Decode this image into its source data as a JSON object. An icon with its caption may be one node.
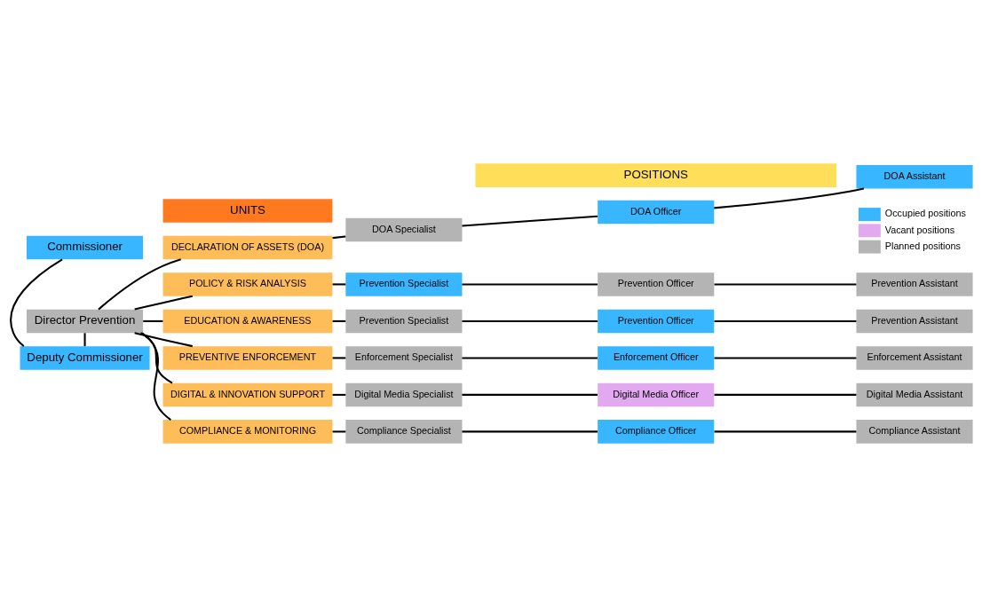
{
  "diagram": {
    "nodes": [
      {
        "text": [
          "Commissioner"
        ]
      },
      {
        "text": [
          "Deputy Commissioner"
        ]
      },
      {
        "text": [
          "Director Prevention"
        ]
      },
      {
        "text": [
          "UNITS"
        ]
      },
      {
        "text": [
          "POSITIONS"
        ]
      },
      {
        "text": [
          "POLICY & RISK ANALYSIS"
        ]
      },
      {
        "text": [
          "Prevention Specialist"
        ]
      },
      {
        "text": [
          "Prevention Officer"
        ]
      },
      {
        "text": [
          "Prevention Assistant"
        ]
      },
      {
        "text": [
          "EDUCATION & AWARENESS"
        ]
      },
      {
        "text": [
          "Prevention Specialist"
        ]
      },
      {
        "text": [
          "Prevention Officer"
        ]
      },
      {
        "text": [
          "Prevention Assistant"
        ]
      },
      {
        "text": [
          "PREVENTIVE ENFORCEMENT"
        ]
      },
      {
        "text": [
          "Enforcement Specialist"
        ]
      },
      {
        "text": [
          "Enforcement Officer"
        ]
      },
      {
        "text": [
          "Enforcement Assistant"
        ]
      },
      {
        "text": [
          "DIGITAL & INNOVATION SUPPORT"
        ]
      },
      {
        "text": [
          "Digital Media Specialist"
        ]
      },
      {
        "text": [
          "Digital Media Officer"
        ]
      },
      {
        "text": [
          "Digital Media Assistant"
        ]
      },
      {
        "text": [
          "COMPLIANCE & MONITORING"
        ]
      },
      {
        "text": [
          "Compliance Specialist"
        ]
      },
      {
        "text": [
          "Compliance Officer"
        ]
      },
      {
        "text": [
          "Compliance Assistant"
        ]
      },
      {
        "text": [
          "DECLARATION OF ASSETS (DOA)"
        ]
      },
      {
        "text": [
          "DOA Specialist"
        ]
      },
      {
        "text": [
          "DOA Officer"
        ]
      },
      {
        "text": [
          "DOA Assistant"
        ]
      }
    ],
    "edges": [
      {
        "from": 0,
        "to": 1,
        "arrow": "none"
      },
      {
        "from": 1,
        "to": 2,
        "arrow": "none"
      },
      {
        "from": 2,
        "to": 5,
        "arrow": "none"
      },
      {
        "from": 2,
        "to": 9,
        "arrow": "none"
      },
      {
        "from": 2,
        "to": 13,
        "arrow": "none"
      },
      {
        "from": 2,
        "to": 17,
        "arrow": "none"
      },
      {
        "from": 2,
        "to": 21,
        "arrow": "none"
      },
      {
        "from": 2,
        "to": 25,
        "arrow": "none"
      },
      {
        "from": 5,
        "to": 6,
        "arrow": "none"
      },
      {
        "from": 6,
        "to": 7,
        "arrow": "none"
      },
      {
        "from": 7,
        "to": 8,
        "arrow": "none"
      },
      {
        "from": 9,
        "to": 10,
        "arrow": "none"
      },
      {
        "from": 10,
        "to": 11,
        "arrow": "none"
      },
      {
        "from": 11,
        "to": 12,
        "arrow": "none"
      },
      {
        "from": 13,
        "to": 14,
        "arrow": "none"
      },
      {
        "from": 14,
        "to": 15,
        "arrow": "none"
      },
      {
        "from": 15,
        "to": 16,
        "arrow": "none"
      },
      {
        "from": 17,
        "to": 18,
        "arrow": "none"
      },
      {
        "from": 18,
        "to": 19,
        "arrow": "none"
      },
      {
        "from": 19,
        "to": 20,
        "arrow": "none"
      },
      {
        "from": 21,
        "to": 22,
        "arrow": "none"
      },
      {
        "from": 22,
        "to": 23,
        "arrow": "none"
      },
      {
        "from": 23,
        "to": 24,
        "arrow": "none"
      },
      {
        "from": 25,
        "to": 26,
        "arrow": "none"
      },
      {
        "from": 26,
        "to": 27,
        "arrow": "none"
      },
      {
        "from": 27,
        "to": 28,
        "arrow": "none"
      }
    ],
    "legend": [
      {
        "text": "Occupied positions",
        "color": "#38b6ff"
      },
      {
        "text": "Vacant positions",
        "color": "#e2a9f1"
      },
      {
        "text": "Planned positions",
        "color": "#b4b4b4"
      }
    ]
  }
}
